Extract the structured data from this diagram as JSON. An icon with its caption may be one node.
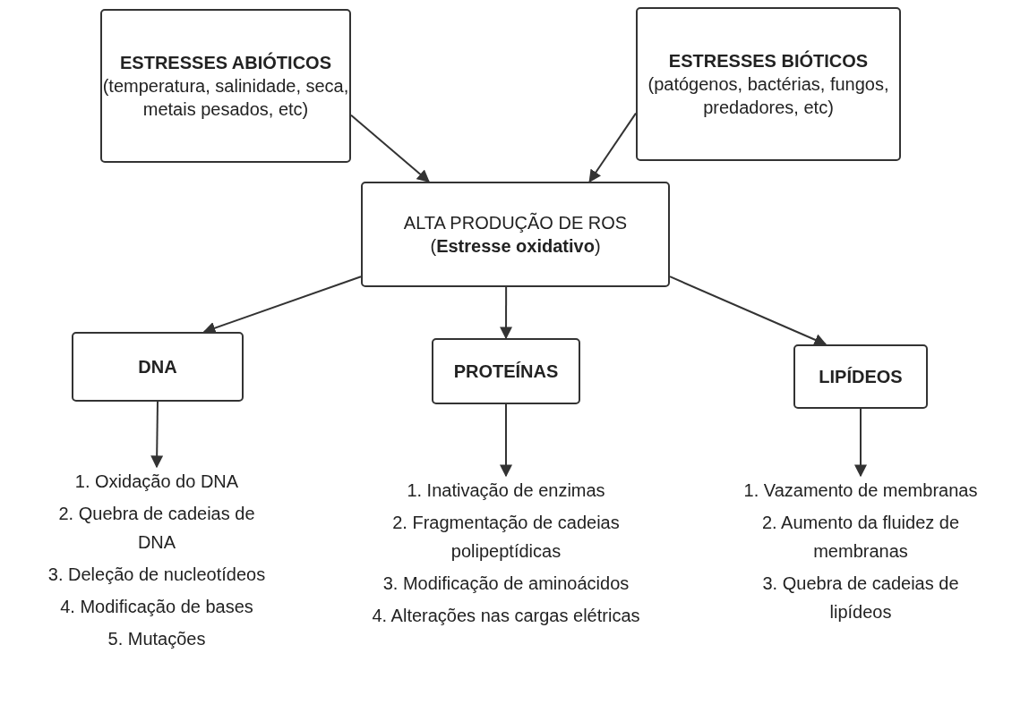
{
  "diagram": {
    "nodes": [
      {
        "text": [
          "ESTRESSES ABIÓTICOS",
          "(temperatura, salinidade, seca, metais pesados, etc)"
        ]
      },
      {
        "text": [
          "ESTRESSES BIÓTICOS",
          "(patógenos, bactérias, fungos, predadores, etc)"
        ]
      },
      {
        "text": [
          "ALTA PRODUÇÃO DE ROS (**Estresse oxidativo**)"
        ]
      },
      {
        "text": [
          "DNA"
        ]
      },
      {
        "text": [
          "PROTEÍNAS"
        ]
      },
      {
        "text": [
          "LIPÍDEOS"
        ]
      },
      {
        "text": [
          "1. Oxidação do DNA",
          "2. Quebra de cadeias de DNA",
          "3. Deleção de nucleotídeos",
          "4. Modificação de bases",
          "5. Mutações"
        ]
      },
      {
        "text": [
          "1. Inativação de enzimas",
          "2. Fragmentação de cadeias polipeptídicas",
          "3. Modificação de aminoácidos",
          "4. Alterações nas cargas elétricas"
        ]
      },
      {
        "text": [
          "1. Vazamento de membranas",
          "2. Aumento da fluidez de membranas",
          "3. Quebra de cadeias de lipídeos"
        ]
      }
    ],
    "edges": [
      {
        "from": 0,
        "to": 2,
        "arrow": "to"
      },
      {
        "from": 1,
        "to": 2,
        "arrow": "to"
      },
      {
        "from": 2,
        "to": 3,
        "arrow": "to"
      },
      {
        "from": 2,
        "to": 4,
        "arrow": "to"
      },
      {
        "from": 2,
        "to": 5,
        "arrow": "to"
      },
      {
        "from": 3,
        "to": 6,
        "arrow": "to"
      },
      {
        "from": 4,
        "to": 7,
        "arrow": "to"
      },
      {
        "from": 5,
        "to": 8,
        "arrow": "to"
      }
    ]
  }
}
